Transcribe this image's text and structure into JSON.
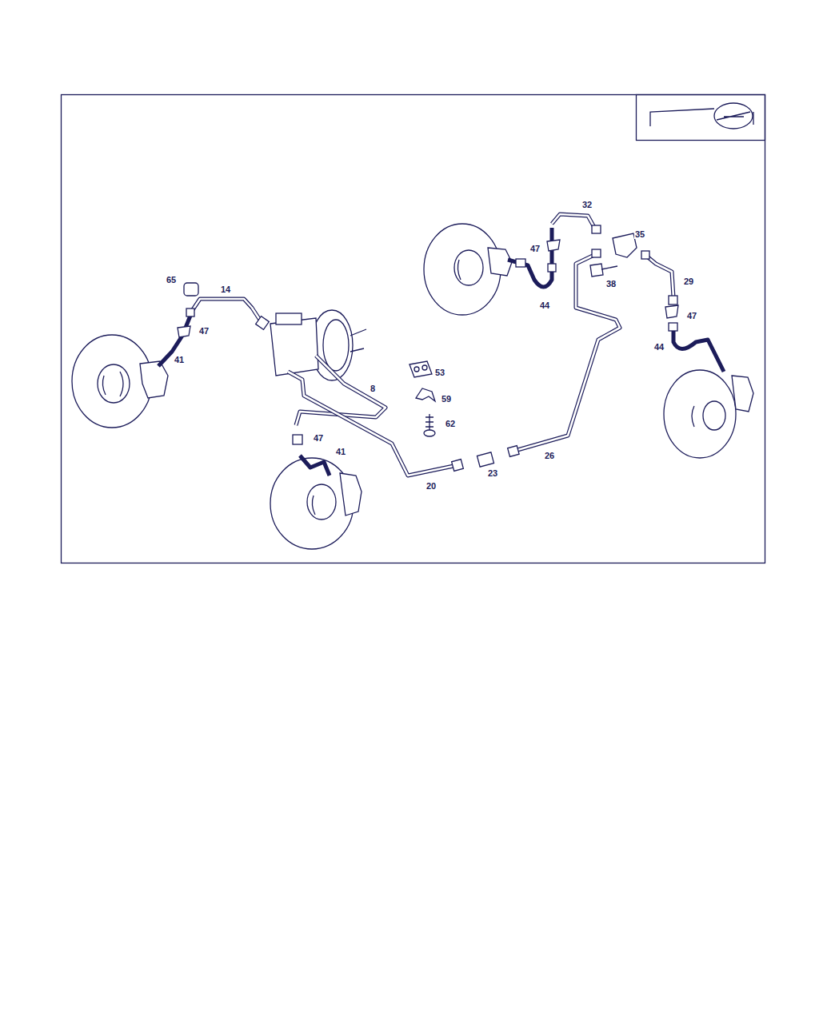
{
  "diagram": {
    "labels": [
      "32",
      "47",
      "35",
      "38",
      "29",
      "44",
      "65",
      "14",
      "47",
      "47",
      "41",
      "44",
      "8",
      "53",
      "59",
      "62",
      "47",
      "41",
      "26",
      "23",
      "20"
    ]
  }
}
